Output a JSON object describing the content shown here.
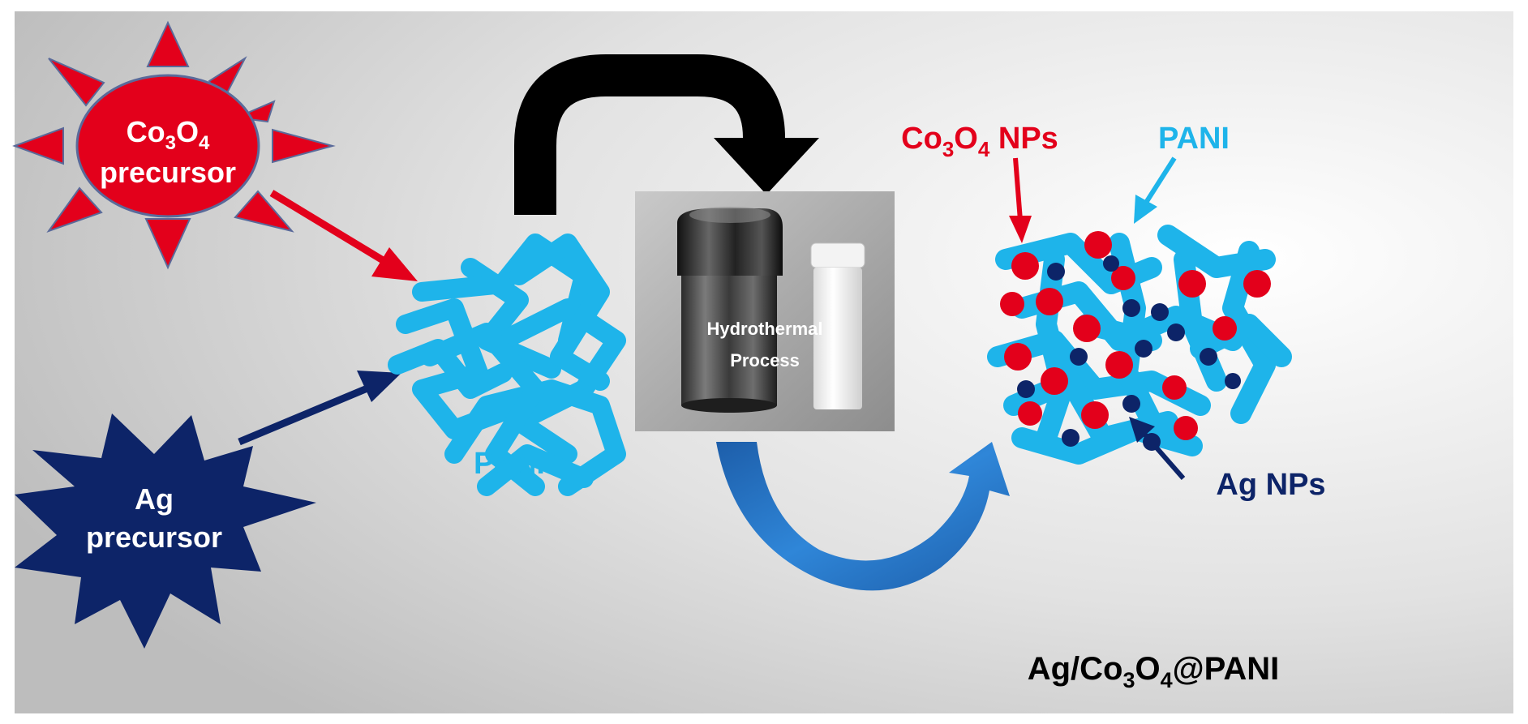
{
  "colors": {
    "red": "#e3001b",
    "sky_blue": "#1eb4ea",
    "navy": "#0d2468",
    "arrow_blue": "#2e78c6",
    "black": "#000000",
    "background": "#d9d9d9"
  },
  "co3o4_precursor": {
    "line1": {
      "base": "Co",
      "sub1": "3",
      "mid": "O",
      "sub2": "4"
    },
    "line2": "precursor"
  },
  "ag_precursor": {
    "line1": "Ag",
    "line2": "precursor"
  },
  "pani_label": "PANI",
  "hydrothermal": {
    "line1": "Hydrothermal",
    "line2": "Process"
  },
  "product_labels": {
    "co3o4_nps": {
      "base": "Co",
      "sub1": "3",
      "mid": "O",
      "sub2": "4",
      "tail": " NPs"
    },
    "pani": "PANI",
    "ag_nps": "Ag NPs"
  },
  "product_name": {
    "pre": "Ag/Co",
    "sub1": "3",
    "mid": "O",
    "sub2": "4",
    "post": "@PANI"
  }
}
